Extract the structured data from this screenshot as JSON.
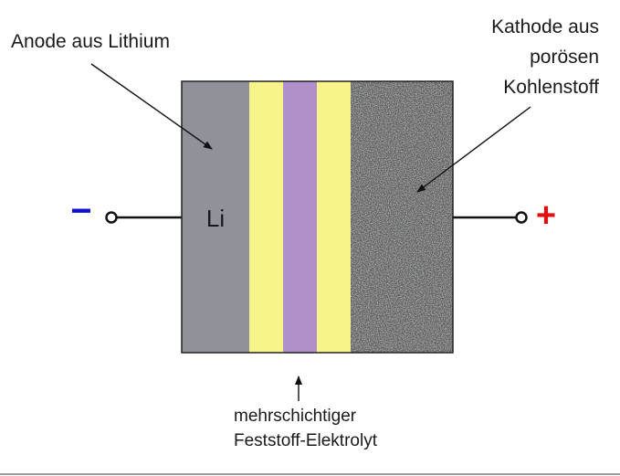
{
  "diagram": {
    "anode_label": "Anode aus Lithium",
    "cathode_label_lines": [
      "Kathode aus",
      "porösen",
      "Kohlenstoff"
    ],
    "anode_symbol": "Li",
    "minus_sign": "−",
    "plus_sign": "+",
    "electrolyte_label_lines": [
      "mehrschichtiger",
      "Feststoff-Elektrolyt"
    ]
  },
  "colors": {
    "anode": "#8f9399",
    "electrolyte_outer": "#f7f48c",
    "electrolyte_middle": "#b08fcb",
    "cathode_base": "#5f6060",
    "minus": "#1010d0",
    "plus": "#e01010",
    "wire": "#111111"
  }
}
